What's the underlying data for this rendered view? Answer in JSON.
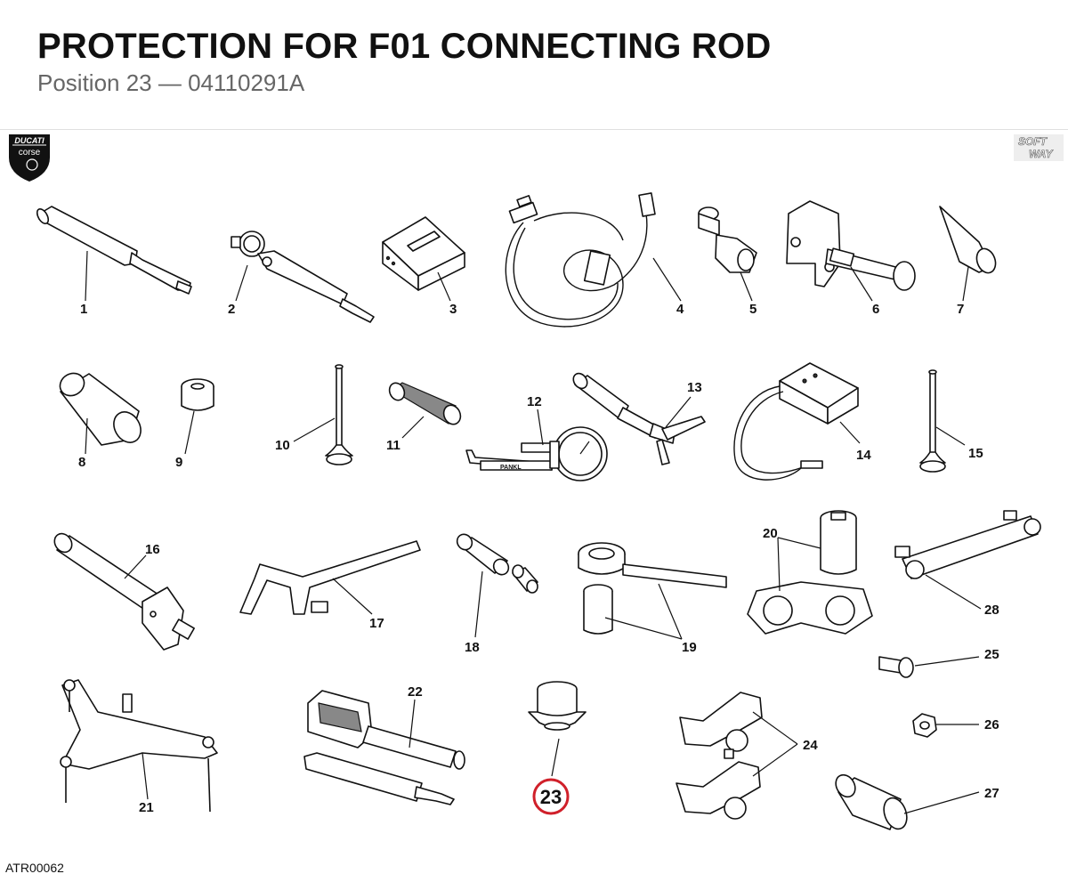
{
  "header": {
    "title": "PROTECTION FOR F01 CONNECTING ROD",
    "subtitle": "Position 23 — 04110291A"
  },
  "logos": {
    "ducati_line1": "DUCATI",
    "ducati_line2": "corse",
    "softway_line1": "SOFT",
    "softway_line2": "WAY"
  },
  "parts": [
    {
      "number": "1"
    },
    {
      "number": "2"
    },
    {
      "number": "3"
    },
    {
      "number": "4"
    },
    {
      "number": "5"
    },
    {
      "number": "6"
    },
    {
      "number": "7"
    },
    {
      "number": "8"
    },
    {
      "number": "9"
    },
    {
      "number": "10"
    },
    {
      "number": "11"
    },
    {
      "number": "12"
    },
    {
      "number": "13"
    },
    {
      "number": "14"
    },
    {
      "number": "15"
    },
    {
      "number": "16"
    },
    {
      "number": "17"
    },
    {
      "number": "18"
    },
    {
      "number": "19"
    },
    {
      "number": "20"
    },
    {
      "number": "21"
    },
    {
      "number": "22"
    },
    {
      "number": "23",
      "highlighted": true
    },
    {
      "number": "24"
    },
    {
      "number": "25"
    },
    {
      "number": "26"
    },
    {
      "number": "27"
    },
    {
      "number": "28"
    }
  ],
  "gauge_brand": "PANKL",
  "highlight_color": "#d0202a",
  "footer": {
    "code": "ATR00062"
  }
}
